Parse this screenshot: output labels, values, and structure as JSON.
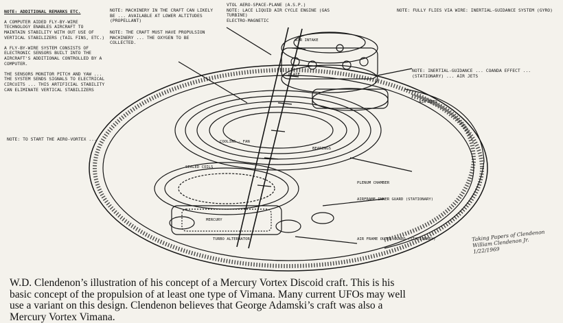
{
  "notes": {
    "top_left": {
      "title": "NOTE: ADDITIONAL REMARKS ETC.",
      "items": [
        "A COMPUTER AIDED FLY-BY-WIRE TECHNOLOGY ENABLES AIRCRAFT TO MAINTAIN STABILITY WITH OUT USE OF VERTICAL STABILIZERS (TAIL FINS, ETC.)",
        "A FLY-BY-WIRE SYSTEM CONSISTS OF ELECTRONIC SENSORS BUILT INTO THE AIRCRAFT'S ADDITIONAL CONTROLLED BY A COMPUTER.",
        "THE SENSORS MONITOR PITCH AND YAW ... THE SYSTEM SENDS SIGNALS TO ELECTRICAL CIRCUITS ... THIS ARTIFICIAL STABILITY CAN ELIMINATE VERTICAL STABILIZERS"
      ]
    },
    "top_mid": "NOTE: MACHINERY IN THE CRAFT CAN LIKELY BE ... AVAILABLE AT LOWER ALTITUDES (PROPELLANT)",
    "top_mid2": "NOTE: THE CRAFT MUST HAVE PROPULSION MACHINERY ... THE OXYGEN TO BE COLLECTED.",
    "top_vtol": "VTOL AERO-SPACE-PLANE (A.S.P.)\nNOTE: LACE LIQUID AIR CYCLE ENGINE (GAS TURBINE)\nELECTRO-MAGNETIC",
    "top_right": "NOTE: FULLY FLIES VIA WIRE: INERTIAL-GUIDANCE SYSTEM (GYRO)",
    "right_middle": "NOTE: INERTIAL-GUIDANCE ... COANDA EFFECT ... (STATIONARY) ... AIR JETS",
    "left_handwritten": "NOTE: TO START THE AERO-VORTEX ... "
  },
  "labels": {
    "air_intake": "AIR INTAKE",
    "plates": "PLATE",
    "cooling_fan": "COOLING - FAN",
    "air_jets": "AIR JETS",
    "plenum_chamber": "PLENUM CHAMBER",
    "airframe": "AIRFRAME INNER GUARD (STATIONARY)",
    "mercury_rotor": "MERCURY",
    "sealed_coil": "SEALED COILS",
    "turbo_alternator": "TURBO ALTERNATOR",
    "air_frame_outer": "AIR FRAME OUTER GUARD (STATIONARY)",
    "bearings": "BEARINGS"
  },
  "signature": "Taking Papers of Clendenon\nWilliam Clendenon Jr.\n1/22/1969",
  "caption": {
    "line1": "W.D. Clendenon’s illustration of his concept of a Mercury Vortex Discoid craft. This is his",
    "line2": "basic concept of the propulsion of at  least one type of Vimana. Many current UFOs may well",
    "line3": "use a variant on this design. Clendenon believes that George Adamski’s craft was also a",
    "line4": "Mercury Vortex Vimana."
  },
  "colors": {
    "ink": "#141414",
    "paper": "#f4f2ec"
  }
}
